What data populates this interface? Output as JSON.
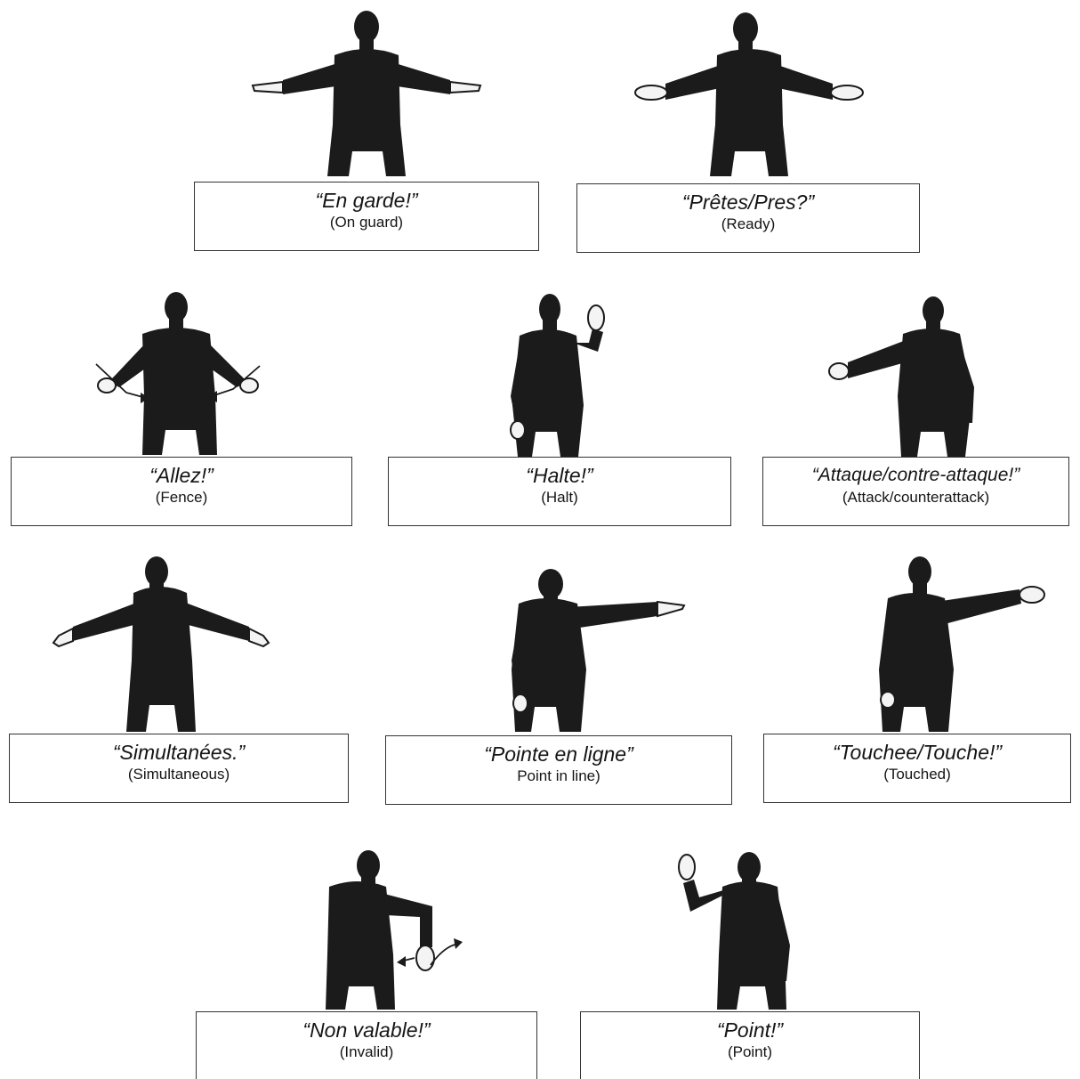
{
  "signals": [
    {
      "id": "en-garde",
      "command": "“En garde!”",
      "meaning": "(On guard)"
    },
    {
      "id": "pretes",
      "command": "“Prêtes/Pres?”",
      "meaning": "(Ready)"
    },
    {
      "id": "allez",
      "command": "“Allez!”",
      "meaning": "(Fence)"
    },
    {
      "id": "halte",
      "command": "“Halte!”",
      "meaning": "(Halt)"
    },
    {
      "id": "attaque",
      "command": "“Attaque/contre-attaque!”",
      "meaning": "(Attack/counterattack)"
    },
    {
      "id": "simultanees",
      "command": "“Simultanées.”",
      "meaning": "(Simultaneous)"
    },
    {
      "id": "pointe-en-ligne",
      "command": "“Pointe en ligne”",
      "meaning": "Point in line)"
    },
    {
      "id": "touchee",
      "command": "“Touchee/Touche!”",
      "meaning": "(Touched)"
    },
    {
      "id": "non-valable",
      "command": "“Non valable!”",
      "meaning": "(Invalid)"
    },
    {
      "id": "point",
      "command": "“Point!”",
      "meaning": "(Point)"
    }
  ],
  "colors": {
    "suit": "#1b1b1b",
    "background": "#ffffff",
    "border": "#333333"
  }
}
